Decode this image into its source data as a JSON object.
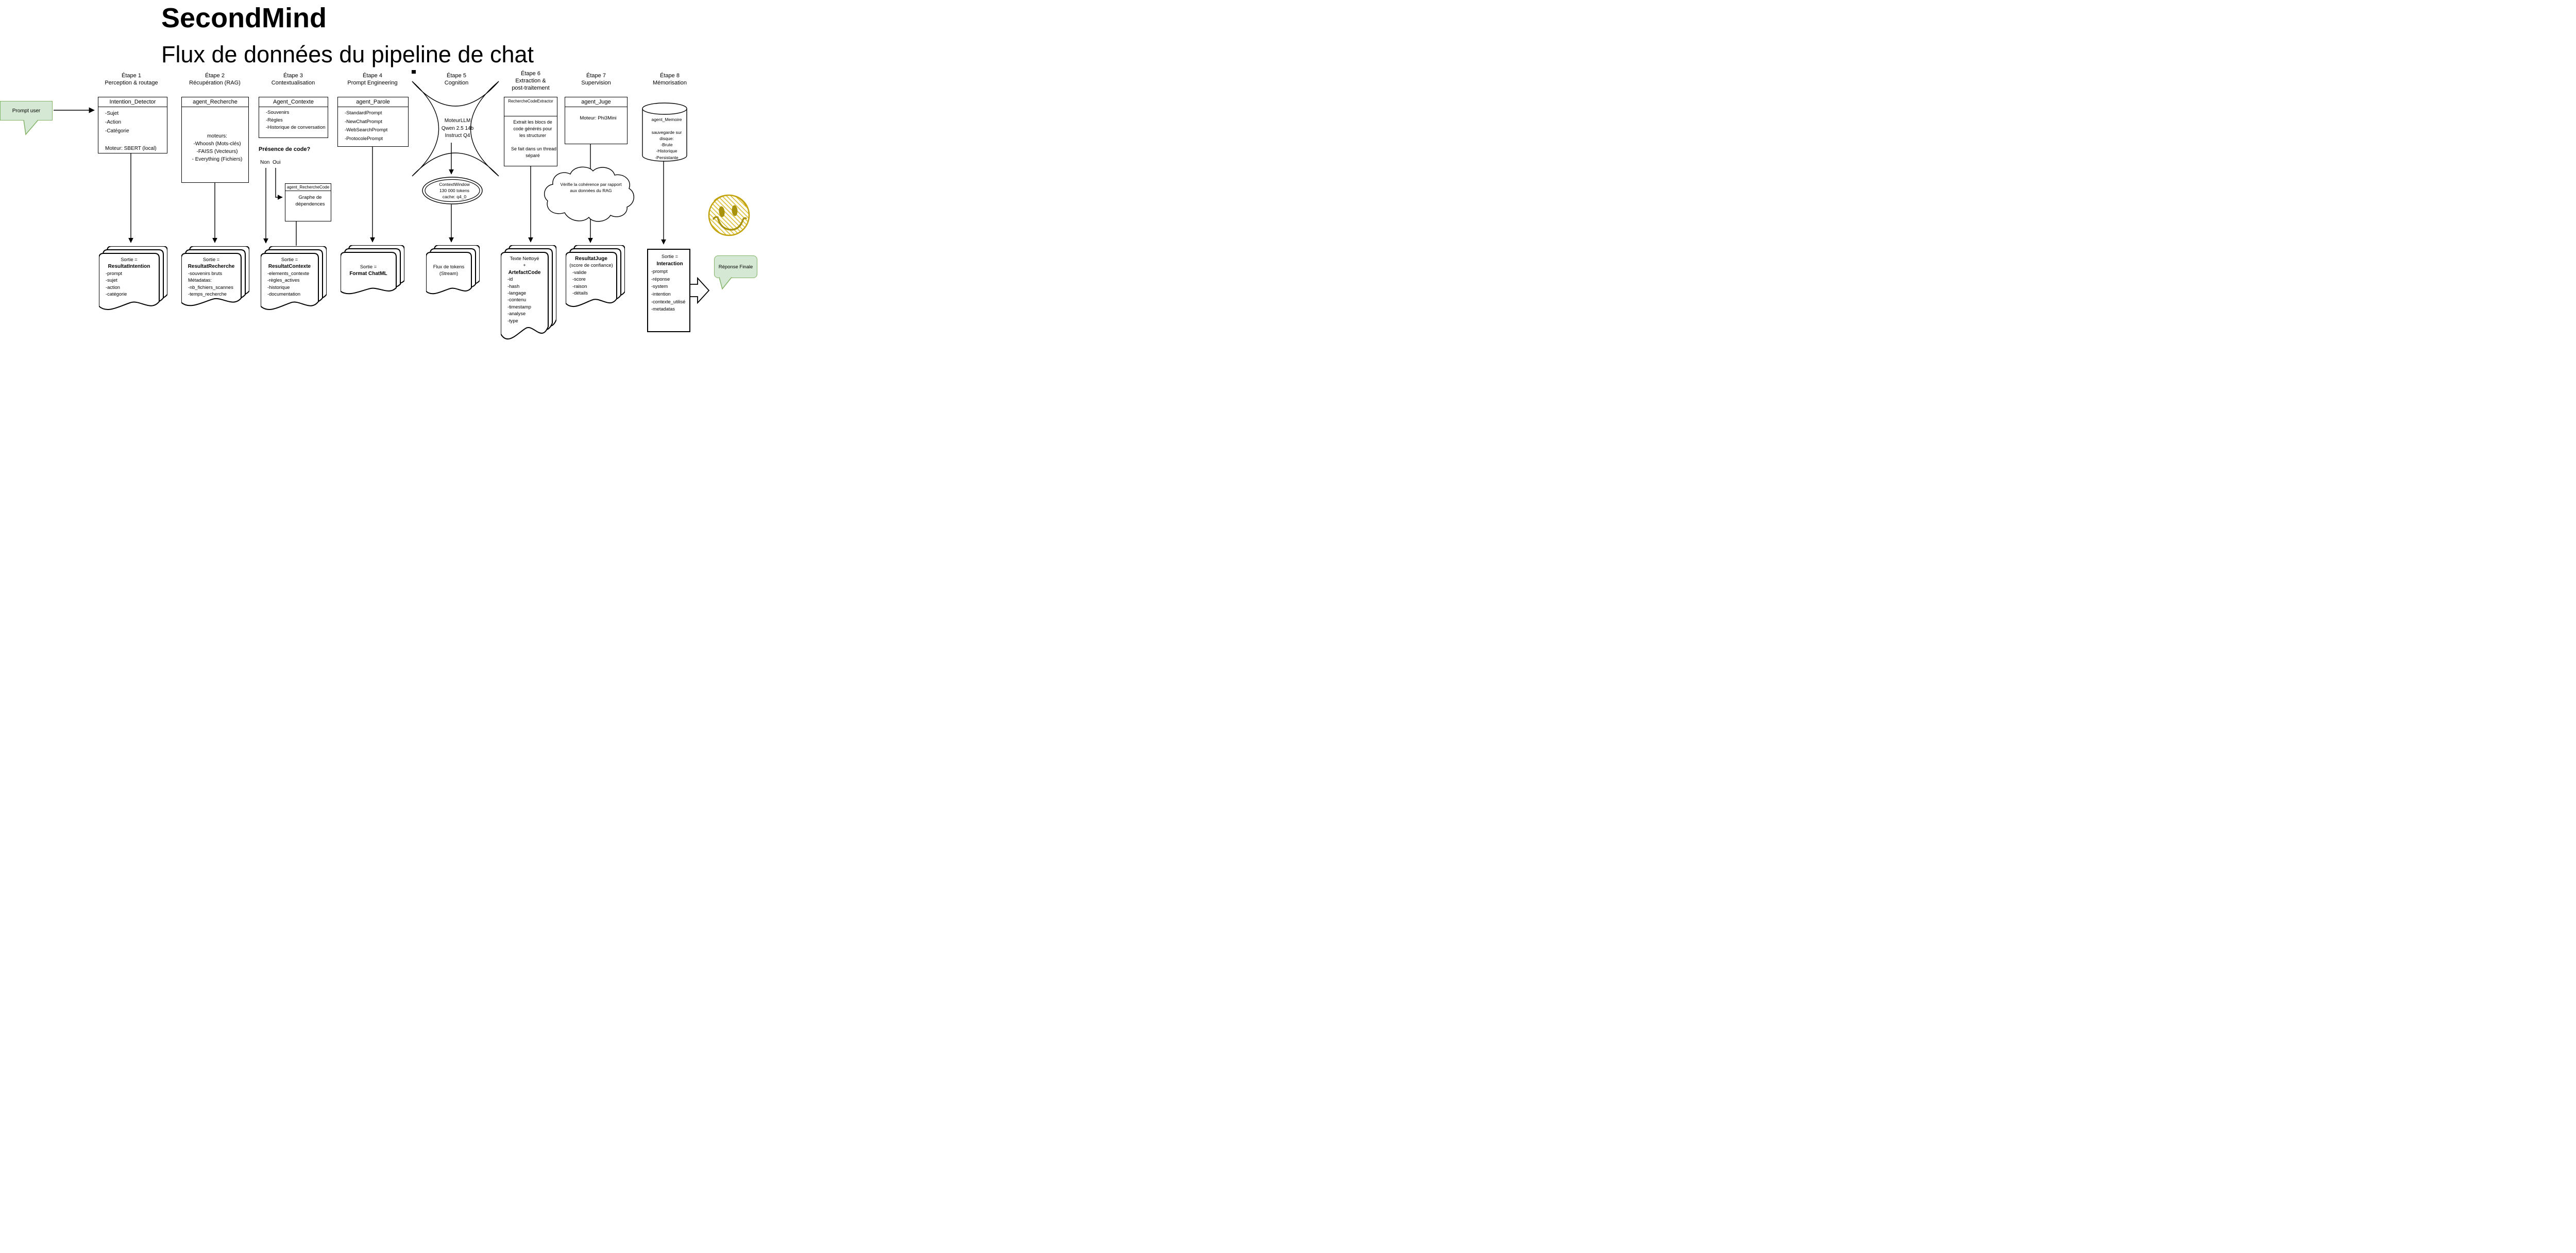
{
  "title": {
    "main": "SecondMind",
    "subtitle": "Flux de données du pipeline de chat"
  },
  "colors": {
    "bubble_fill": "#d5e8d4",
    "bubble_border": "#82b366",
    "smiley_gold": "#c3a30d",
    "stroke": "#000000"
  },
  "icons": {
    "smiley": "hand-drawn-smiley-face",
    "doc_stack": "multi-document",
    "database": "cylinder",
    "cloud": "cloud-note"
  },
  "prompt_user": {
    "label": "Prompt user"
  },
  "response": {
    "label": "Réponse Finale"
  },
  "stages": [
    {
      "label": "Étape 1",
      "sub": "Perception & routage"
    },
    {
      "label": "Étape 2",
      "sub": "Récupération (RAG)"
    },
    {
      "label": "Étape 3",
      "sub": "Contextualisation"
    },
    {
      "label": "Étape 4",
      "sub": "Prompt Engineering"
    },
    {
      "label": "Étape 5",
      "sub": "Cognition"
    },
    {
      "label": "Étape 6",
      "sub": "Extraction &\npost-traitement"
    },
    {
      "label": "Étape 7",
      "sub": "Supervision"
    },
    {
      "label": "Étape 8",
      "sub": "Mémorisation"
    }
  ],
  "nodes": {
    "intention_detector": {
      "title": "Intention_Detector",
      "body": [
        "-Sujet",
        "-Action",
        "-Catégorie",
        "",
        "Moteur: SBERT (local)"
      ]
    },
    "agent_recherche": {
      "title": "agent_Recherche",
      "body": [
        "",
        "",
        "",
        "moteurs:",
        "-Whoosh (Mots-clés)",
        "-FAISS (Vecteurs)",
        "- Everything (Fichiers)"
      ]
    },
    "agent_contexte": {
      "title": "Agent_Contexte",
      "body": [
        "-Souvenirs",
        "-Règles",
        "-Historique de conversation"
      ]
    },
    "presence": {
      "question": "Présence de code?",
      "no": "Non",
      "yes": "Oui"
    },
    "agent_recherche_code": {
      "title": "agent_RechercheCode",
      "body": [
        "Graphe de",
        "dépendences"
      ]
    },
    "agent_parole": {
      "title": "agent_Parole",
      "body": [
        "-StandardPrompt",
        "-NewChatPrompt",
        "-WebSearchPrompt",
        "-ProtocolePrompt"
      ]
    },
    "moteur_llm": {
      "body": [
        "MoteurLLM",
        "Qwen 2.5 14b",
        "Instruct Q4"
      ]
    },
    "context_window": {
      "body": [
        "ContextWindow",
        "130 000 tokens",
        "cache: q4_0"
      ]
    },
    "recherche_code_extractor": {
      "title": "RechercheCodeExtractor",
      "body": [
        "Extrait les blocs de",
        "code générés pour",
        "les structurer",
        "",
        "Se fait dans un thread",
        "séparé"
      ]
    },
    "agent_juge": {
      "title": "agent_Juge",
      "body": [
        "Moteur: Phi3Mini"
      ]
    },
    "cloud_note": {
      "body": [
        "Vérifie la cohérence par rapport",
        "aux données du RAG"
      ]
    },
    "agent_memoire": {
      "body": [
        "agent_Memoire",
        "",
        "sauvegarde sur",
        "disque:",
        "-Brute",
        "-Historique",
        "-Persistante"
      ]
    }
  },
  "docs": [
    {
      "id": "resultat-intention",
      "lines": [
        {
          "t": "Sortie =",
          "a": "c"
        },
        {
          "t": "ResultatIntention",
          "a": "c",
          "b": true
        },
        {
          "t": "-prompt"
        },
        {
          "t": "-sujet"
        },
        {
          "t": "-action"
        },
        {
          "t": "-catégorie"
        }
      ]
    },
    {
      "id": "resultat-recherche",
      "lines": [
        {
          "t": "Sortie =",
          "a": "c"
        },
        {
          "t": "ResultatRecherche",
          "a": "c",
          "b": true
        },
        {
          "t": "-souvenirs bruts"
        },
        {
          "t": "Métadatas:"
        },
        {
          "t": "-nb_fichiers_scannes"
        },
        {
          "t": "-temps_recherche"
        }
      ]
    },
    {
      "id": "resultat-contexte",
      "lines": [
        {
          "t": "Sortie =",
          "a": "c"
        },
        {
          "t": "ResultatContexte",
          "a": "c",
          "b": true
        },
        {
          "t": "-elements_contexte"
        },
        {
          "t": "-règles_actives"
        },
        {
          "t": "-historique"
        },
        {
          "t": "-documentation"
        }
      ]
    },
    {
      "id": "format-chatml",
      "lines": [
        {
          "t": "Sortie =",
          "a": "c"
        },
        {
          "t": "Format ChatML",
          "a": "c",
          "b": true
        }
      ]
    },
    {
      "id": "flux-tokens",
      "lines": [
        {
          "t": "Flux de tokens",
          "a": "c"
        },
        {
          "t": "(Stream)",
          "a": "c"
        }
      ]
    },
    {
      "id": "artefact-code",
      "lines": [
        {
          "t": "Texte Nettoyé",
          "a": "c"
        },
        {
          "t": "+",
          "a": "c"
        },
        {
          "t": "ArtefactCode",
          "a": "c",
          "b": true
        },
        {
          "t": "-id"
        },
        {
          "t": "-hash"
        },
        {
          "t": "-langage"
        },
        {
          "t": "-contenu"
        },
        {
          "t": "-timestamp"
        },
        {
          "t": "-analyse"
        },
        {
          "t": "-type"
        }
      ]
    },
    {
      "id": "resultat-juge",
      "lines": [
        {
          "t": "ResultatJuge",
          "a": "c",
          "b": true
        },
        {
          "t": "(score de confiance)",
          "a": "c"
        },
        {
          "t": "-valide"
        },
        {
          "t": "-score"
        },
        {
          "t": "-raison"
        },
        {
          "t": "-détails"
        }
      ]
    },
    {
      "id": "interaction",
      "lines": [
        {
          "t": "Sortie =",
          "a": "c"
        },
        {
          "t": "Interaction",
          "a": "c",
          "b": true
        },
        {
          "t": "-prompt"
        },
        {
          "t": "-réponse"
        },
        {
          "t": "-system"
        },
        {
          "t": "-intention"
        },
        {
          "t": "-contexte_utilisé"
        },
        {
          "t": "-metadatas"
        }
      ]
    }
  ]
}
